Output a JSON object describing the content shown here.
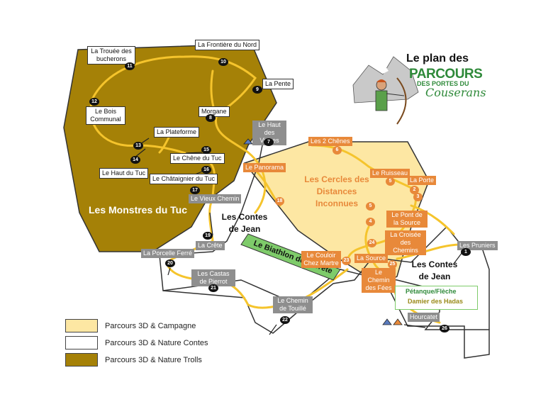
{
  "title": "Le plan des",
  "logo": {
    "line1": "PARCOURS",
    "line2": "DES PORTES DU",
    "line3": "Couserans"
  },
  "zones": {
    "trolls": "Les Monstres du Tuc",
    "cercles": "Les Cercles des Distances Inconnues",
    "contes_left": "Les Contes de Jean",
    "contes_right": "Les Contes de Jean",
    "biathlon": "Le Biathlon de la crête"
  },
  "labels": {
    "trouee": "La Trouée des bucherons",
    "frontiere": "La Frontière du Nord",
    "pente": "La Pente",
    "bois_communal": "Le Bois Communal",
    "morgane": "Morgane",
    "haut_vignes": "Le Haut des Vignes",
    "plateforme": "La Plateforme",
    "chene": "Le Chêne du Tuc",
    "haut_tuc": "Le Haut du Tuc",
    "chataignier": "Le Châtaignier du Tuc",
    "vieux_chemin": "Le Vieux Chemin",
    "crete": "La Crête",
    "porcelle": "La Porcelle Ferré",
    "castas": "Les Castas de Pierrot",
    "chemin_touille": "Le Chemin de Touillé",
    "deux_chenes": "Les 2 Chênes",
    "panorama": "Le Panorama",
    "ruisseau": "Le Ruisseau",
    "porte": "La Porte",
    "pont_source": "Le Pont de la Source",
    "croisee": "La Croisée des Chemins",
    "couloir": "Le Couloir Chez Martre",
    "source": "La Source",
    "chemin_fees": "Le Chemin des Fées",
    "pruniers": "Les Pruniers",
    "petanque": "Pétanque/Flèche",
    "damier": "Damier des Hadas",
    "hourcatet": "Hourcatet"
  },
  "numbers": {
    "n1": "1",
    "n2": "2",
    "n3": "3",
    "n4": "4",
    "n5a": "5",
    "n5b": "5",
    "n6": "6",
    "n7": "7",
    "n8": "8",
    "n9": "9",
    "n10": "10",
    "n11": "11",
    "n12": "12",
    "n13": "13",
    "n14": "14",
    "n15": "15",
    "n16": "16",
    "n17": "17",
    "n18": "18",
    "n19": "19",
    "n20": "20",
    "n21": "21",
    "n22": "22",
    "n23": "23",
    "n24": "24",
    "n25": "25",
    "n26": "26"
  },
  "legend": [
    {
      "label": "Parcours 3D & Campagne",
      "color": "#fde7a3"
    },
    {
      "label": "Parcours 3D & Nature Contes",
      "color": "#ffffff"
    },
    {
      "label": "Parcours 3D & Nature Trolls",
      "color": "#a58107"
    }
  ],
  "colors": {
    "trolls": "#a58107",
    "campagne": "#fde7a3",
    "path": "#f5c42c",
    "orange": "#e8893a",
    "green": "#7ecb6a"
  }
}
